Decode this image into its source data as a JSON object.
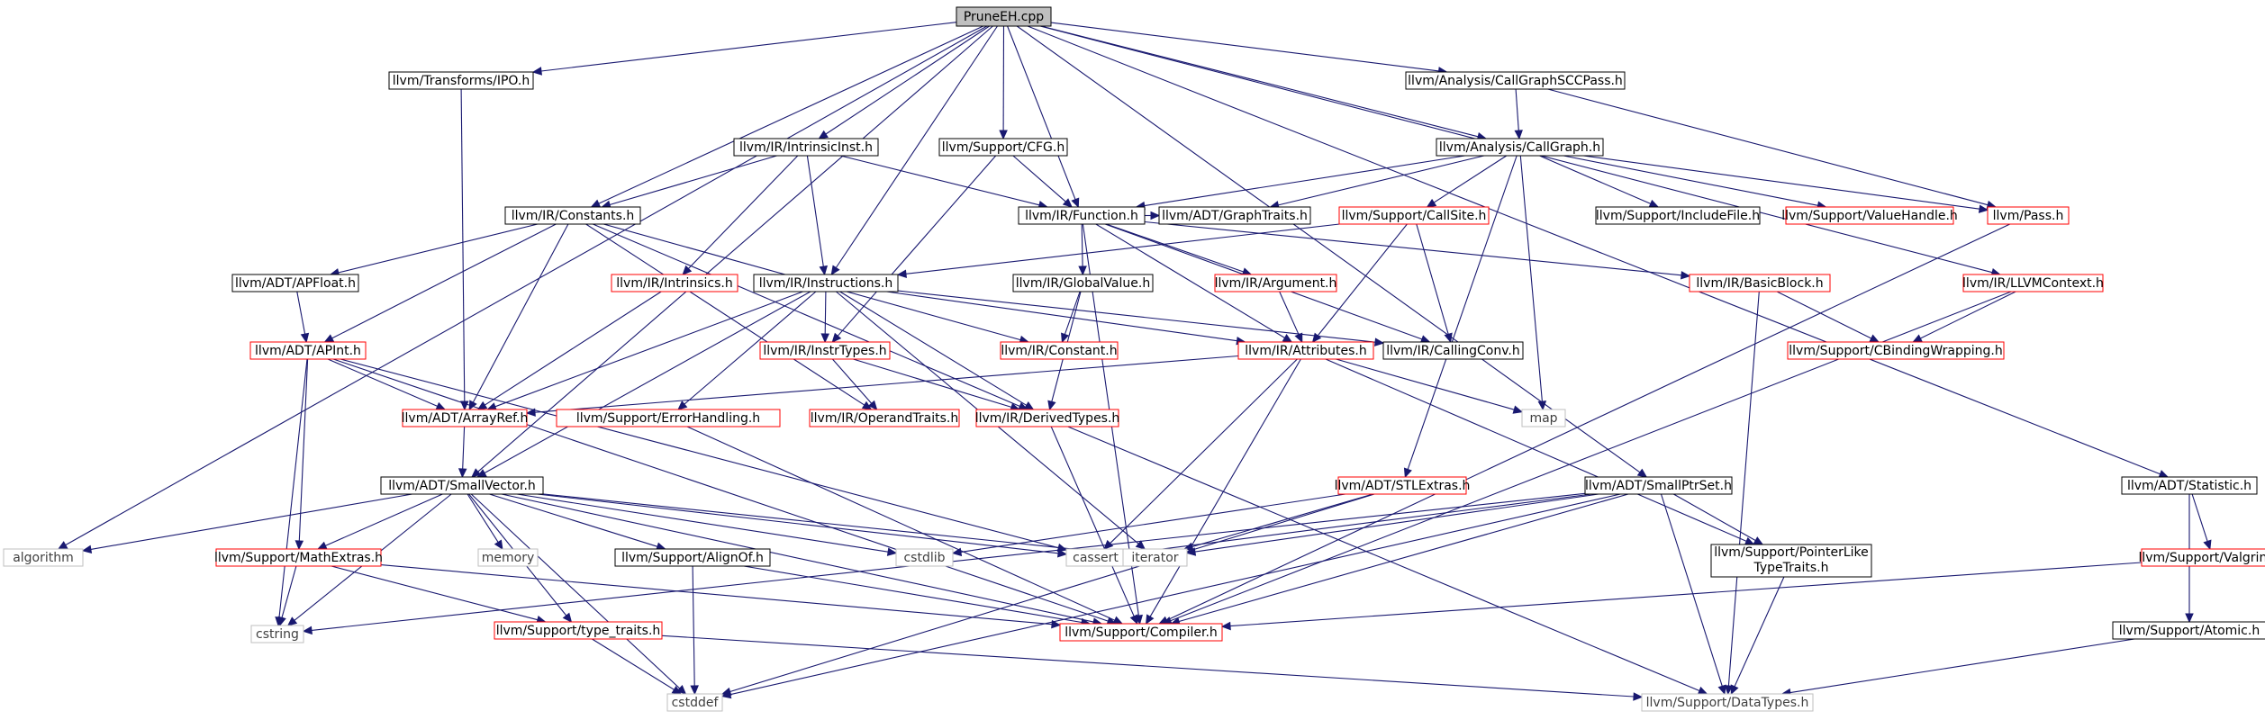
{
  "colors": {
    "edge": "#191970",
    "normal_border": "#000000",
    "truncated_border": "#ff0000",
    "system_border": "#bfbfbf",
    "system_text": "#404040",
    "root_fill": "#bfbfbf",
    "text": "#000000"
  },
  "nodes": [
    {
      "id": "root",
      "label": "PruneEH.cpp",
      "kind": "root"
    },
    {
      "id": "ipo",
      "label": "llvm/Transforms/IPO.h",
      "kind": "normal"
    },
    {
      "id": "intrinsicinst",
      "label": "llvm/IR/IntrinsicInst.h",
      "kind": "normal"
    },
    {
      "id": "cfg",
      "label": "llvm/Support/CFG.h",
      "kind": "normal"
    },
    {
      "id": "cgscc",
      "label": "llvm/Analysis/CallGraphSCCPass.h",
      "kind": "normal"
    },
    {
      "id": "callgraph",
      "label": "llvm/Analysis/CallGraph.h",
      "kind": "normal"
    },
    {
      "id": "constants",
      "label": "llvm/IR/Constants.h",
      "kind": "normal"
    },
    {
      "id": "function",
      "label": "llvm/IR/Function.h",
      "kind": "normal"
    },
    {
      "id": "graphtraits",
      "label": "llvm/ADT/GraphTraits.h",
      "kind": "normal"
    },
    {
      "id": "callsite",
      "label": "llvm/Support/CallSite.h",
      "kind": "truncated"
    },
    {
      "id": "includefile",
      "label": "llvm/Support/IncludeFile.h",
      "kind": "normal"
    },
    {
      "id": "valuehandle",
      "label": "llvm/Support/ValueHandle.h",
      "kind": "truncated"
    },
    {
      "id": "pass",
      "label": "llvm/Pass.h",
      "kind": "truncated"
    },
    {
      "id": "apfloat",
      "label": "llvm/ADT/APFloat.h",
      "kind": "normal"
    },
    {
      "id": "intrinsics",
      "label": "llvm/IR/Intrinsics.h",
      "kind": "truncated"
    },
    {
      "id": "instructions",
      "label": "llvm/IR/Instructions.h",
      "kind": "normal"
    },
    {
      "id": "globalvalue",
      "label": "llvm/IR/GlobalValue.h",
      "kind": "normal"
    },
    {
      "id": "argument",
      "label": "llvm/IR/Argument.h",
      "kind": "truncated"
    },
    {
      "id": "basicblock",
      "label": "llvm/IR/BasicBlock.h",
      "kind": "truncated"
    },
    {
      "id": "llvmcontext",
      "label": "llvm/IR/LLVMContext.h",
      "kind": "truncated"
    },
    {
      "id": "apint",
      "label": "llvm/ADT/APInt.h",
      "kind": "truncated"
    },
    {
      "id": "instrtypes",
      "label": "llvm/IR/InstrTypes.h",
      "kind": "truncated"
    },
    {
      "id": "constant",
      "label": "llvm/IR/Constant.h",
      "kind": "truncated"
    },
    {
      "id": "attributes",
      "label": "llvm/IR/Attributes.h",
      "kind": "truncated"
    },
    {
      "id": "callingconv",
      "label": "llvm/IR/CallingConv.h",
      "kind": "normal"
    },
    {
      "id": "cbinding",
      "label": "llvm/Support/CBindingWrapping.h",
      "kind": "truncated"
    },
    {
      "id": "arrayref",
      "label": "llvm/ADT/ArrayRef.h",
      "kind": "truncated"
    },
    {
      "id": "errorhandling",
      "label": "llvm/Support/ErrorHandling.h",
      "kind": "truncated"
    },
    {
      "id": "operandtraits",
      "label": "llvm/IR/OperandTraits.h",
      "kind": "truncated"
    },
    {
      "id": "derivedtypes",
      "label": "llvm/IR/DerivedTypes.h",
      "kind": "truncated"
    },
    {
      "id": "map",
      "label": "map",
      "kind": "system"
    },
    {
      "id": "smallvector",
      "label": "llvm/ADT/SmallVector.h",
      "kind": "normal"
    },
    {
      "id": "stlextras",
      "label": "llvm/ADT/STLExtras.h",
      "kind": "truncated"
    },
    {
      "id": "smallptrset",
      "label": "llvm/ADT/SmallPtrSet.h",
      "kind": "normal"
    },
    {
      "id": "statistic",
      "label": "llvm/ADT/Statistic.h",
      "kind": "normal"
    },
    {
      "id": "algorithm",
      "label": "algorithm",
      "kind": "system"
    },
    {
      "id": "mathextras",
      "label": "llvm/Support/MathExtras.h",
      "kind": "truncated"
    },
    {
      "id": "memory",
      "label": "memory",
      "kind": "system"
    },
    {
      "id": "alignof",
      "label": "llvm/Support/AlignOf.h",
      "kind": "normal"
    },
    {
      "id": "cstdlib",
      "label": "cstdlib",
      "kind": "system"
    },
    {
      "id": "cassert",
      "label": "cassert",
      "kind": "system"
    },
    {
      "id": "iterator",
      "label": "iterator",
      "kind": "system"
    },
    {
      "id": "pointerlike",
      "label": "llvm/Support/PointerLike\nTypeTraits.h",
      "kind": "normal"
    },
    {
      "id": "valgrind",
      "label": "llvm/Support/Valgrind.h",
      "kind": "truncated"
    },
    {
      "id": "cstring",
      "label": "cstring",
      "kind": "system"
    },
    {
      "id": "compiler",
      "label": "llvm/Support/Compiler.h",
      "kind": "truncated"
    },
    {
      "id": "typetraits",
      "label": "llvm/Support/type_traits.h",
      "kind": "truncated"
    },
    {
      "id": "atomic",
      "label": "llvm/Support/Atomic.h",
      "kind": "normal"
    },
    {
      "id": "cstddef",
      "label": "cstddef",
      "kind": "system"
    },
    {
      "id": "datatypes",
      "label": "llvm/Support/DataTypes.h",
      "kind": "system"
    }
  ],
  "edges": [
    [
      "root",
      "ipo"
    ],
    [
      "root",
      "intrinsicinst"
    ],
    [
      "root",
      "cfg"
    ],
    [
      "root",
      "cgscc"
    ],
    [
      "root",
      "callgraph"
    ],
    [
      "root",
      "constants"
    ],
    [
      "root",
      "function"
    ],
    [
      "root",
      "instructions"
    ],
    [
      "root",
      "llvmcontext"
    ],
    [
      "root",
      "smallptrset"
    ],
    [
      "root",
      "smallvector"
    ],
    [
      "root",
      "statistic"
    ],
    [
      "root",
      "algorithm"
    ],
    [
      "ipo",
      "arrayref"
    ],
    [
      "cgscc",
      "callgraph"
    ],
    [
      "cgscc",
      "pass"
    ],
    [
      "callgraph",
      "function"
    ],
    [
      "callgraph",
      "graphtraits"
    ],
    [
      "callgraph",
      "callsite"
    ],
    [
      "callgraph",
      "includefile"
    ],
    [
      "callgraph",
      "valuehandle"
    ],
    [
      "callgraph",
      "pass"
    ],
    [
      "callgraph",
      "map"
    ],
    [
      "callgraph",
      "stlextras"
    ],
    [
      "intrinsicinst",
      "constants"
    ],
    [
      "intrinsicinst",
      "function"
    ],
    [
      "intrinsicinst",
      "intrinsics"
    ],
    [
      "intrinsicinst",
      "instructions"
    ],
    [
      "cfg",
      "function"
    ],
    [
      "cfg",
      "instrtypes"
    ],
    [
      "function",
      "graphtraits"
    ],
    [
      "function",
      "globalvalue"
    ],
    [
      "function",
      "argument"
    ],
    [
      "function",
      "basicblock"
    ],
    [
      "function",
      "attributes"
    ],
    [
      "function",
      "callingconv"
    ],
    [
      "function",
      "compiler"
    ],
    [
      "callsite",
      "instructions"
    ],
    [
      "callsite",
      "attributes"
    ],
    [
      "callsite",
      "callingconv"
    ],
    [
      "pass",
      "compiler"
    ],
    [
      "constants",
      "apfloat"
    ],
    [
      "constants",
      "apint"
    ],
    [
      "constants",
      "arrayref"
    ],
    [
      "constants",
      "constant"
    ],
    [
      "constants",
      "operandtraits"
    ],
    [
      "constants",
      "derivedtypes"
    ],
    [
      "apfloat",
      "apint"
    ],
    [
      "intrinsics",
      "arrayref"
    ],
    [
      "instructions",
      "instrtypes"
    ],
    [
      "instructions",
      "attributes"
    ],
    [
      "instructions",
      "callingconv"
    ],
    [
      "instructions",
      "arrayref"
    ],
    [
      "instructions",
      "errorhandling"
    ],
    [
      "instructions",
      "derivedtypes"
    ],
    [
      "instructions",
      "smallvector"
    ],
    [
      "instructions",
      "iterator"
    ],
    [
      "globalvalue",
      "constant"
    ],
    [
      "globalvalue",
      "derivedtypes"
    ],
    [
      "argument",
      "attributes"
    ],
    [
      "basicblock",
      "cbinding"
    ],
    [
      "basicblock",
      "datatypes"
    ],
    [
      "llvmcontext",
      "cbinding"
    ],
    [
      "llvmcontext",
      "compiler"
    ],
    [
      "apint",
      "arrayref"
    ],
    [
      "apint",
      "mathextras"
    ],
    [
      "apint",
      "cstring"
    ],
    [
      "apint",
      "cassert"
    ],
    [
      "apint",
      "compiler"
    ],
    [
      "instrtypes",
      "operandtraits"
    ],
    [
      "instrtypes",
      "derivedtypes"
    ],
    [
      "attributes",
      "arrayref"
    ],
    [
      "attributes",
      "map"
    ],
    [
      "attributes",
      "cassert"
    ],
    [
      "attributes",
      "compiler"
    ],
    [
      "attributes",
      "pointerlike"
    ],
    [
      "arrayref",
      "smallvector"
    ],
    [
      "errorhandling",
      "compiler"
    ],
    [
      "derivedtypes",
      "compiler"
    ],
    [
      "derivedtypes",
      "datatypes"
    ],
    [
      "smallvector",
      "algorithm"
    ],
    [
      "smallvector",
      "mathextras"
    ],
    [
      "smallvector",
      "memory"
    ],
    [
      "smallvector",
      "alignof"
    ],
    [
      "smallvector",
      "cstdlib"
    ],
    [
      "smallvector",
      "cassert"
    ],
    [
      "smallvector",
      "iterator"
    ],
    [
      "smallvector",
      "cstring"
    ],
    [
      "smallvector",
      "compiler"
    ],
    [
      "smallvector",
      "typetraits"
    ],
    [
      "smallvector",
      "cstddef"
    ],
    [
      "stlextras",
      "cstdlib"
    ],
    [
      "stlextras",
      "iterator"
    ],
    [
      "stlextras",
      "cstddef"
    ],
    [
      "smallptrset",
      "cassert"
    ],
    [
      "smallptrset",
      "iterator"
    ],
    [
      "smallptrset",
      "pointerlike"
    ],
    [
      "smallptrset",
      "cstring"
    ],
    [
      "smallptrset",
      "compiler"
    ],
    [
      "smallptrset",
      "datatypes"
    ],
    [
      "smallptrset",
      "cstddef"
    ],
    [
      "statistic",
      "valgrind"
    ],
    [
      "statistic",
      "atomic"
    ],
    [
      "mathextras",
      "cstring"
    ],
    [
      "mathextras",
      "compiler"
    ],
    [
      "mathextras",
      "typetraits"
    ],
    [
      "alignof",
      "compiler"
    ],
    [
      "alignof",
      "cstddef"
    ],
    [
      "pointerlike",
      "datatypes"
    ],
    [
      "valgrind",
      "compiler"
    ],
    [
      "typetraits",
      "cstddef"
    ],
    [
      "typetraits",
      "datatypes"
    ],
    [
      "atomic",
      "datatypes"
    ]
  ]
}
